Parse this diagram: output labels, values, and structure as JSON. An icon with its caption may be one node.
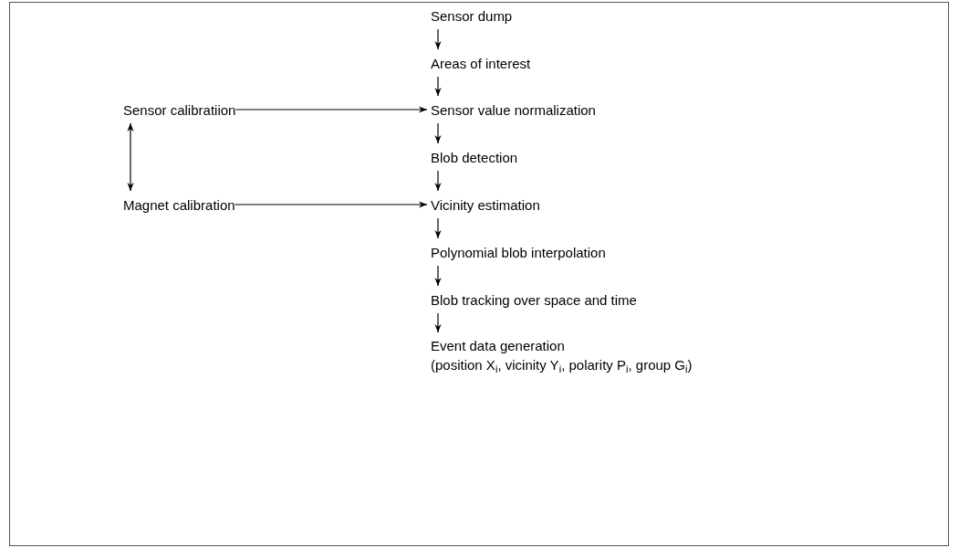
{
  "diagram": {
    "nodes": [
      {
        "text": [
          "Sensor dump"
        ]
      },
      {
        "text": [
          "Areas of interest"
        ]
      },
      {
        "text": [
          "Sensor value normalization"
        ]
      },
      {
        "text": [
          "Blob detection"
        ]
      },
      {
        "text": [
          "Vicinity estimation"
        ]
      },
      {
        "text": [
          "Polynomial blob interpolation"
        ]
      },
      {
        "text": [
          "Blob tracking over space and time"
        ]
      },
      {
        "text": [
          "Event data generation",
          "(position X$_{i}$, vicinity Y$_{i}$, polarity P$_{i}$, group G$_{i}$)"
        ]
      },
      {
        "text": [
          "Sensor calibratiion"
        ]
      },
      {
        "text": [
          "Magnet calibration"
        ]
      }
    ],
    "edges": [
      {
        "from": 0,
        "to": 1,
        "arrow": "to"
      },
      {
        "from": 1,
        "to": 2,
        "arrow": "to"
      },
      {
        "from": 2,
        "to": 3,
        "arrow": "to"
      },
      {
        "from": 3,
        "to": 4,
        "arrow": "to"
      },
      {
        "from": 4,
        "to": 5,
        "arrow": "to"
      },
      {
        "from": 5,
        "to": 6,
        "arrow": "to"
      },
      {
        "from": 6,
        "to": 7,
        "arrow": "to"
      },
      {
        "from": 8,
        "to": 2,
        "arrow": "to"
      },
      {
        "from": 9,
        "to": 4,
        "arrow": "to"
      },
      {
        "from": 8,
        "to": 9,
        "arrow": "both"
      }
    ]
  }
}
